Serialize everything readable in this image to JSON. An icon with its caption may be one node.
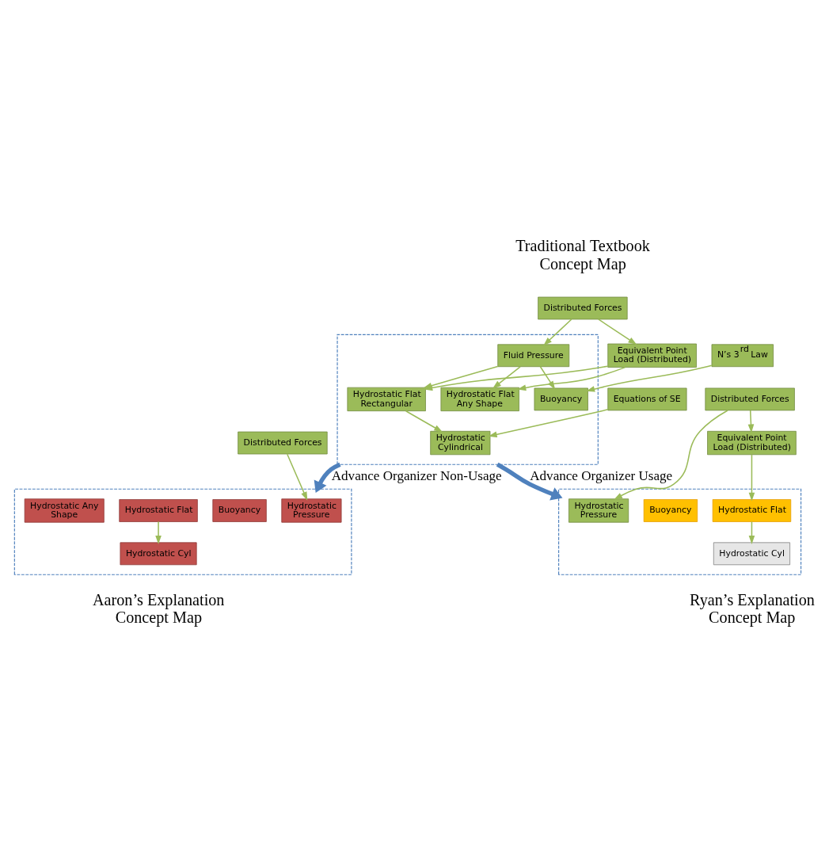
{
  "diagram": {
    "nodes": [
      {
        "text": [],
        "shape": "box"
      },
      {
        "text": [
          "Distributed Forces"
        ]
      },
      {
        "text": [
          "Equivalent Point Load (Distributed)"
        ]
      },
      {
        "text": [
          "N’s 3$^{rd}$ Law"
        ]
      },
      {
        "text": [
          "Fluid Pressure"
        ],
        "in": 0
      },
      {
        "text": [
          "Buoyancy"
        ],
        "in": 0
      },
      {
        "text": [
          "Hydrostatic Flat Rectangular"
        ],
        "in": 0
      },
      {
        "text": [
          "Hydrostatic Flat Any Shape"
        ],
        "in": 0
      },
      {
        "text": [
          "Equations of SE"
        ]
      },
      {
        "text": [
          "Hydrostatic Cylindrical"
        ],
        "in": 0
      },
      {
        "text": [],
        "shape": "box"
      },
      {
        "text": [
          "Distributed Forces"
        ]
      },
      {
        "text": [
          "Hydrostatic Pressure"
        ],
        "in": 10
      },
      {
        "text": [
          "Buoyancy"
        ],
        "in": 10
      },
      {
        "text": [
          "Hydrostatic Flat"
        ],
        "in": 10
      },
      {
        "text": [
          "Hydrostatic Any Shape"
        ],
        "in": 10
      },
      {
        "text": [
          "Hydrostatic Cyl"
        ],
        "in": 10
      },
      {
        "text": [],
        "shape": "box"
      },
      {
        "text": [
          "Distributed Forces"
        ]
      },
      {
        "text": [
          "Equivalent Point Load (Distributed)"
        ]
      },
      {
        "text": [
          "Hydrostatic Pressure"
        ],
        "in": 17
      },
      {
        "text": [
          "Buoyancy"
        ],
        "in": 17
      },
      {
        "text": [
          "Hydrostatic Flat"
        ],
        "in": 17
      },
      {
        "text": [
          "Hydrostatic Cyl"
        ],
        "in": 17
      }
    ],
    "edges": [
      {
        "from": 1,
        "to": 2,
        "arrow": "to"
      },
      {
        "from": 1,
        "to": 4,
        "arrow": "to"
      },
      {
        "from": 2,
        "to": 6,
        "arrow": "to"
      },
      {
        "from": 2,
        "to": 7,
        "arrow": "to"
      },
      {
        "from": 3,
        "to": 5,
        "arrow": "to"
      },
      {
        "from": 4,
        "to": 5,
        "arrow": "to"
      },
      {
        "from": 4,
        "to": 6,
        "arrow": "to"
      },
      {
        "from": 4,
        "to": 7,
        "arrow": "to"
      },
      {
        "from": 6,
        "to": 9,
        "arrow": "to"
      },
      {
        "from": 8,
        "to": 9,
        "arrow": "to"
      },
      {
        "from": 0,
        "to": 10,
        "arrow": "to",
        "label": "Advance Organizer Non-Usage",
        "style": "thick",
        "color": "#4f81bd"
      },
      {
        "from": 0,
        "to": 17,
        "arrow": "to",
        "label": "Advance Organizer Usage",
        "style": "thick",
        "color": "#4f81bd"
      },
      {
        "from": 11,
        "to": 12,
        "arrow": "to"
      },
      {
        "from": 14,
        "to": 16,
        "arrow": "to"
      },
      {
        "from": 18,
        "to": 19,
        "arrow": "to"
      },
      {
        "from": 18,
        "to": 20,
        "arrow": "to"
      },
      {
        "from": 19,
        "to": 22,
        "arrow": "to"
      },
      {
        "from": 22,
        "to": 23,
        "arrow": "to"
      }
    ],
    "labels": [
      "Traditional Textbook Concept Map",
      "Aaron’s Explanation Concept Map",
      "Ryan’s Explanation Concept Map"
    ]
  }
}
